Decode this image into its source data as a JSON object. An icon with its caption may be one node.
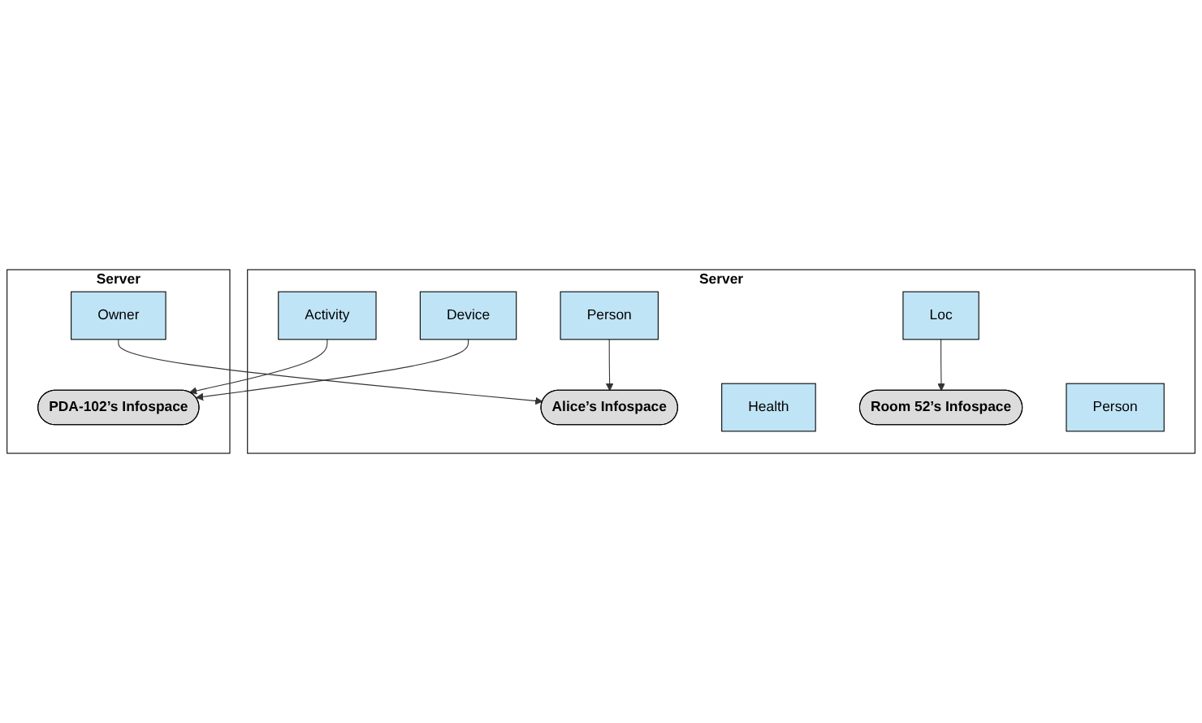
{
  "diagram": {
    "nodes": [
      {
        "text": [
          "Server"
        ]
      },
      {
        "text": [
          "Alice’s Infospace"
        ],
        "in": 0
      },
      {
        "text": [
          "Health"
        ],
        "in": 0
      },
      {
        "text": [
          "Loc"
        ],
        "in": 0
      },
      {
        "text": [
          "Activity"
        ],
        "in": 0
      },
      {
        "text": [
          "Room 52’s Infospace"
        ],
        "in": 0
      },
      {
        "text": [
          "Person"
        ],
        "in": 0
      },
      {
        "text": [
          "Person"
        ],
        "in": 0
      },
      {
        "text": [
          "Device"
        ],
        "in": 0
      },
      {
        "text": [
          "Server"
        ]
      },
      {
        "text": [
          "PDA-102’s Infospace"
        ],
        "in": 9
      },
      {
        "text": [
          "Owner"
        ],
        "in": 9
      }
    ],
    "edges": [
      {
        "from": 11,
        "to": 1,
        "arrow": "to"
      },
      {
        "from": 4,
        "to": 10,
        "arrow": "to"
      },
      {
        "from": 3,
        "to": 5,
        "arrow": "to"
      },
      {
        "from": 6,
        "to": 1,
        "arrow": "to"
      },
      {
        "from": 8,
        "to": 10,
        "arrow": "to"
      }
    ]
  }
}
